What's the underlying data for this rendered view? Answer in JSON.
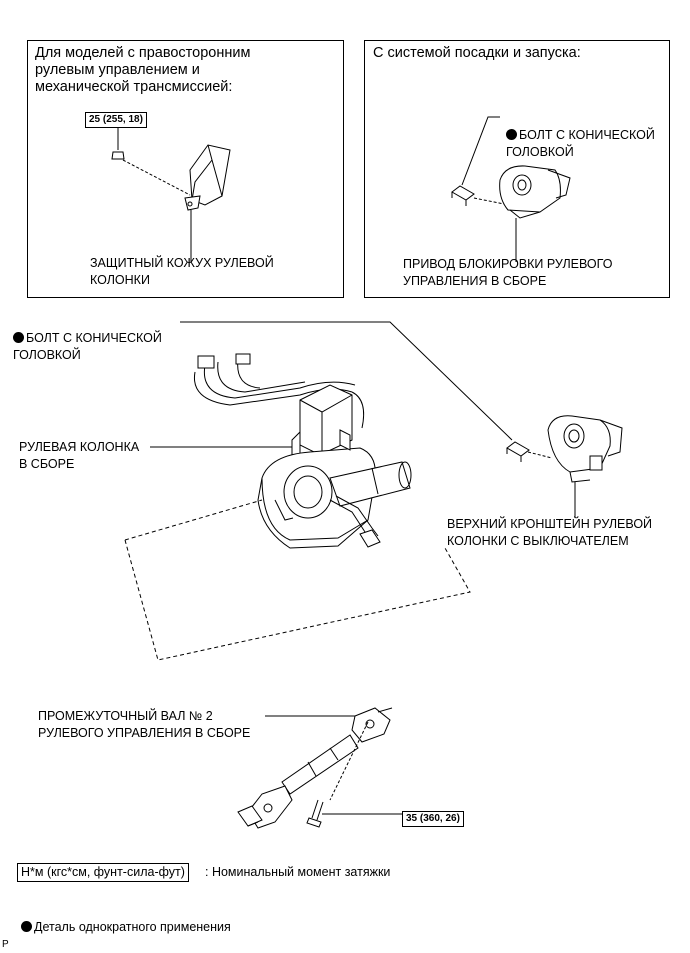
{
  "box_left": {
    "header": "Для моделей с правосторонним\nрулевым управлением и\nмеханической трансмиссией:",
    "torque": "25 (255, 18)",
    "part_label": "ЗАЩИТНЫЙ КОЖУХ РУЛЕВОЙ\nКОЛОНКИ"
  },
  "box_right": {
    "header": "С системой посадки и запуска:",
    "bolt_label": "БОЛТ С КОНИЧЕСКОЙ\nГОЛОВКОЙ",
    "part_label": "ПРИВОД БЛОКИРОВКИ РУЛЕВОГО\nУПРАВЛЕНИЯ В СБОРЕ"
  },
  "main": {
    "bolt_label": "БОЛТ С КОНИЧЕСКОЙ\nГОЛОВКОЙ",
    "column_label": "РУЛЕВАЯ КОЛОНКА\nВ СБОРЕ",
    "bracket_label": "ВЕРХНИЙ КРОНШТЕЙН РУЛЕВОЙ\nКОЛОНКИ С ВЫКЛЮЧАТЕЛЕМ",
    "shaft_label": "ПРОМЕЖУТОЧНЫЙ ВАЛ № 2\nРУЛЕВОГО УПРАВЛЕНИЯ В СБОРЕ",
    "shaft_torque": "35 (360, 26)"
  },
  "legend": {
    "torque_unit": "Н*м (кгс*см, фунт-сила-фут)",
    "torque_desc": ": Номинальный момент затяжки",
    "single_use": "Деталь однократного применения"
  },
  "footer_code": "P"
}
